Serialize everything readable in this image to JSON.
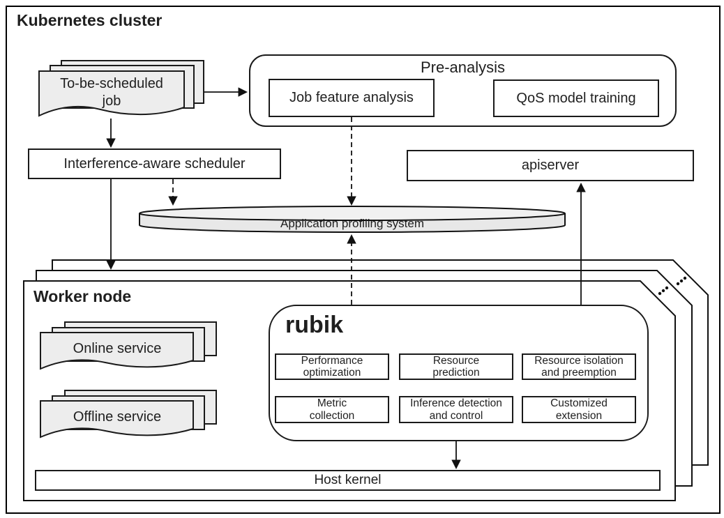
{
  "diagram": {
    "cluster_title": "Kubernetes cluster",
    "job_stack_label": "To-be-scheduled\njob",
    "pre_analysis": {
      "title": "Pre-analysis",
      "job_feature_label": "Job feature analysis",
      "qos_label": "QoS model training"
    },
    "scheduler_label": "Interference-aware scheduler",
    "apiserver_label": "apiserver",
    "profiling_label": "Application profiling system",
    "worker": {
      "title": "Worker node",
      "online_label": "Online service",
      "offline_label": "Offline service",
      "host_kernel_label": "Host kernel",
      "rubik": {
        "title": "rubik",
        "modules": [
          "Performance\noptimization",
          "Resource\nprediction",
          "Resource isolation\nand preemption",
          "Metric\ncollection",
          "Inference detection\nand control",
          "Customized\nextension"
        ]
      }
    },
    "colors": {
      "stroke": "#1a1a1a",
      "doc_fill": "#ededed",
      "cylinder_fill": "#e8e8e8",
      "cylinder_top_fill": "#f1f1f1"
    }
  }
}
